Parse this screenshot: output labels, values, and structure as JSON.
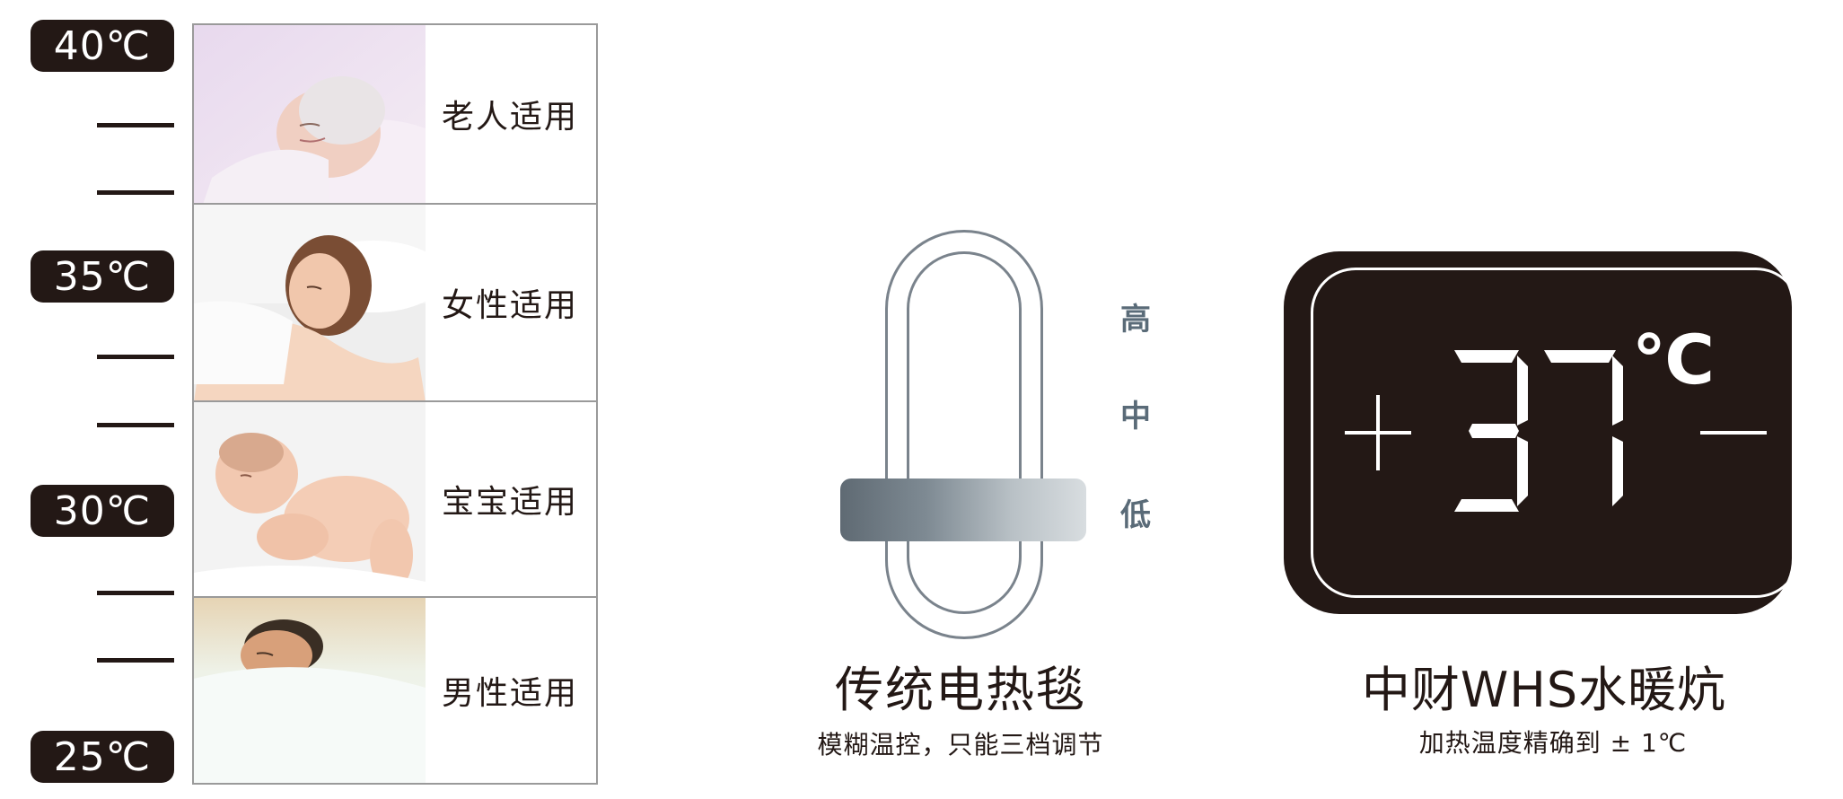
{
  "scale": {
    "labels": [
      "40℃",
      "35℃",
      "30℃",
      "25℃"
    ]
  },
  "audiences": [
    {
      "label": "老人适用",
      "photo": "elderly-woman-sleeping"
    },
    {
      "label": "女性适用",
      "photo": "woman-sleeping"
    },
    {
      "label": "宝宝适用",
      "photo": "baby-sleeping"
    },
    {
      "label": "男性适用",
      "photo": "man-sleeping"
    }
  ],
  "traditional": {
    "levels": [
      "高",
      "中",
      "低"
    ],
    "title": "传统电热毯",
    "subtitle": "模糊温控，只能三档调节"
  },
  "product": {
    "temperature": "37",
    "unit": "℃",
    "title": "中财WHS水暖炕",
    "subtitle": "加热温度精确到 ± 1℃"
  },
  "colors": {
    "dark": "#231815",
    "gray": "#7a838c",
    "level_text": "#5a6b78"
  }
}
